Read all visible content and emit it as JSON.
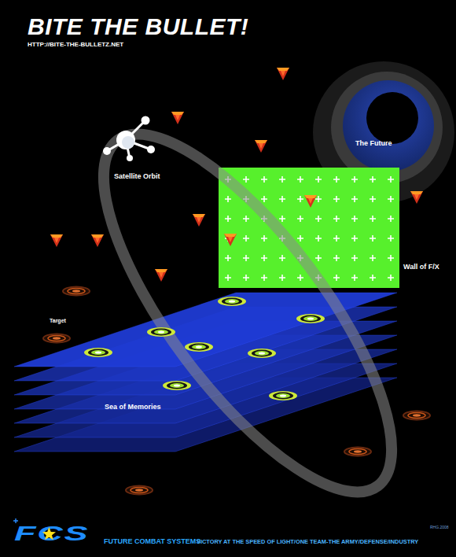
{
  "diagram": {
    "title": "BITE THE BULLET!",
    "nodes": [
      {
        "text": [
          "The Future"
        ]
      },
      {
        "text": [
          "Wall of F/X"
        ]
      },
      {
        "text": [
          "Sea of Memories"
        ]
      }
    ],
    "labels": [
      "HTTP://BITE-THE-BULLETZ.NET",
      "Satellite Orbit",
      "Target",
      "FCS",
      "FUTURE COMBAT SYSTEMS",
      "VICTORY AT THE SPEED OF LIGHT/ONE TEAM-THE ARMY/DEFENSE/INDUSTRY",
      "RHG.2008"
    ]
  }
}
